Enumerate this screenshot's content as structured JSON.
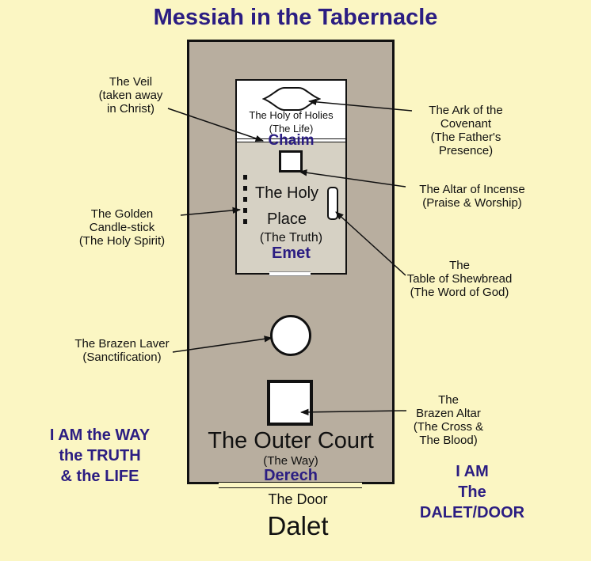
{
  "title": "Messiah in the Tabernacle",
  "holy_of_holies": {
    "line1": "The Holy of Holies",
    "line2": "(The Life)",
    "hebrew": "Chaim"
  },
  "holy_place": {
    "line1": "The Holy",
    "line2": "Place",
    "line3": "(The Truth)",
    "hebrew": "Emet"
  },
  "outer_court": {
    "line1": "The Outer Court",
    "line2": "(The Way)",
    "hebrew": "Derech"
  },
  "door": {
    "label": "The Door",
    "hebrew": "Dalet"
  },
  "labels": {
    "veil": [
      "The Veil",
      "(taken away",
      "in Christ)"
    ],
    "ark": [
      "The Ark of the",
      "Covenant",
      "(The Father's",
      "Presence)"
    ],
    "incense": [
      "The Altar of Incense",
      "(Praise & Worship)"
    ],
    "candlestick": [
      "The Golden",
      "Candle-stick",
      "(The Holy Spirit)"
    ],
    "shewbread": [
      "The",
      "Table of Shewbread",
      "(The Word of God)"
    ],
    "laver": [
      "The Brazen Laver",
      "(Sanctification)"
    ],
    "brazen_altar": [
      "The",
      "Brazen Altar",
      "(The Cross &",
      "The Blood)"
    ]
  },
  "left_statement": [
    "I AM the WAY",
    "the TRUTH",
    "& the LIFE"
  ],
  "right_statement": [
    "I AM",
    "The",
    "DALET/DOOR"
  ],
  "colors": {
    "background": "#fbf6c3",
    "court": "#b8ae9f",
    "holy_place": "#d6d1c4",
    "accent": "#2b1d82"
  }
}
